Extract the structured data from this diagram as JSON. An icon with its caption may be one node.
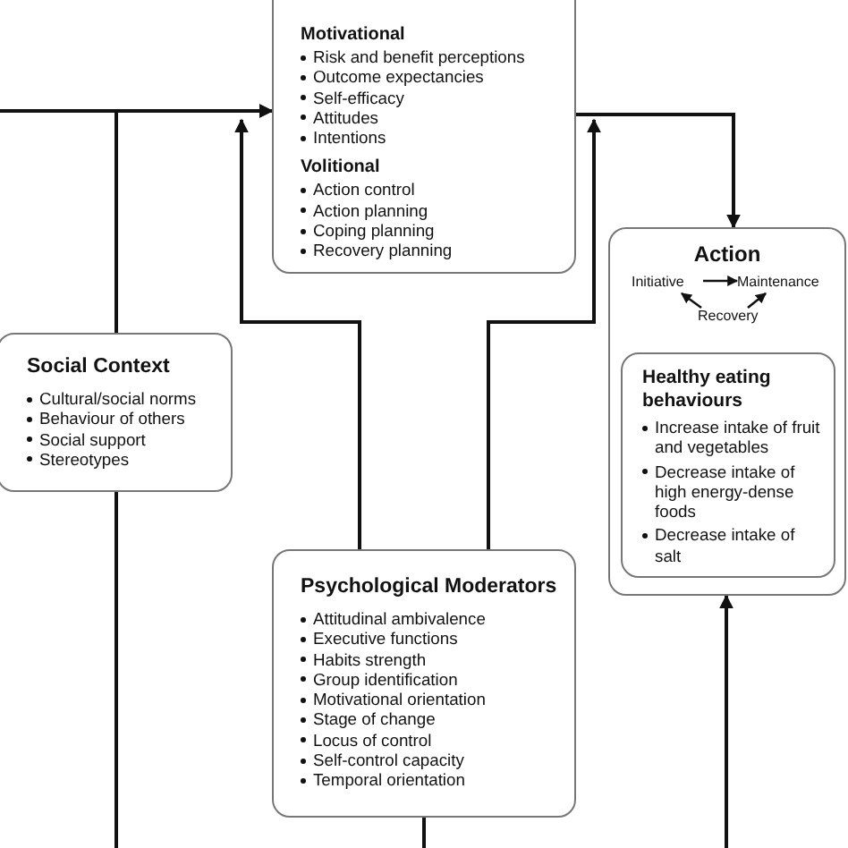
{
  "diagram": {
    "nodes": [
      {
        "text": [
          "Motivational",
          "Risk and benefit perceptions",
          "Outcome expectancies",
          "Self-efficacy",
          "Attitudes",
          "Intentions",
          "Volitional",
          "Action control",
          "Action planning",
          "Coping planning",
          "Recovery planning"
        ]
      },
      {
        "text": [
          "Social Context",
          "Cultural/social norms",
          "Behaviour of others",
          "Social support",
          "Stereotypes"
        ]
      },
      {
        "text": [
          "Action"
        ]
      },
      {
        "text": [
          "Initiative"
        ],
        "in": 2
      },
      {
        "text": [
          "Maintenance"
        ],
        "in": 2
      },
      {
        "text": [
          "Recovery"
        ],
        "in": 2
      },
      {
        "text": [
          "Healthy eating behaviours",
          "Increase intake of fruit and vegetables",
          "Decrease intake of high energy-dense foods",
          "Decrease intake of salt"
        ],
        "in": 2
      },
      {
        "text": [
          "Psychological Moderators",
          "Attitudinal ambivalence",
          "Executive functions",
          "Habits strength",
          "Group identification",
          "Motivational orientation",
          "Stage of change",
          "Locus of control",
          "Self-control capacity",
          "Temporal orientation"
        ]
      }
    ],
    "edges": [
      {
        "from": null,
        "to": 0,
        "arrow": "to"
      },
      {
        "from": 1,
        "to": 0,
        "arrow": "to"
      },
      {
        "from": 7,
        "to": 0,
        "arrow": "to"
      },
      {
        "from": 0,
        "to": 2,
        "arrow": "to"
      },
      {
        "from": 7,
        "to": 0,
        "arrow": "to"
      },
      {
        "from": 1,
        "to": null,
        "arrow": "none"
      },
      {
        "from": 7,
        "to": null,
        "arrow": "none"
      },
      {
        "from": null,
        "to": 2,
        "arrow": "to"
      },
      {
        "from": 3,
        "to": 4,
        "arrow": "to"
      },
      {
        "from": 5,
        "to": 3,
        "arrow": "to"
      },
      {
        "from": 5,
        "to": 4,
        "arrow": "to"
      }
    ]
  }
}
